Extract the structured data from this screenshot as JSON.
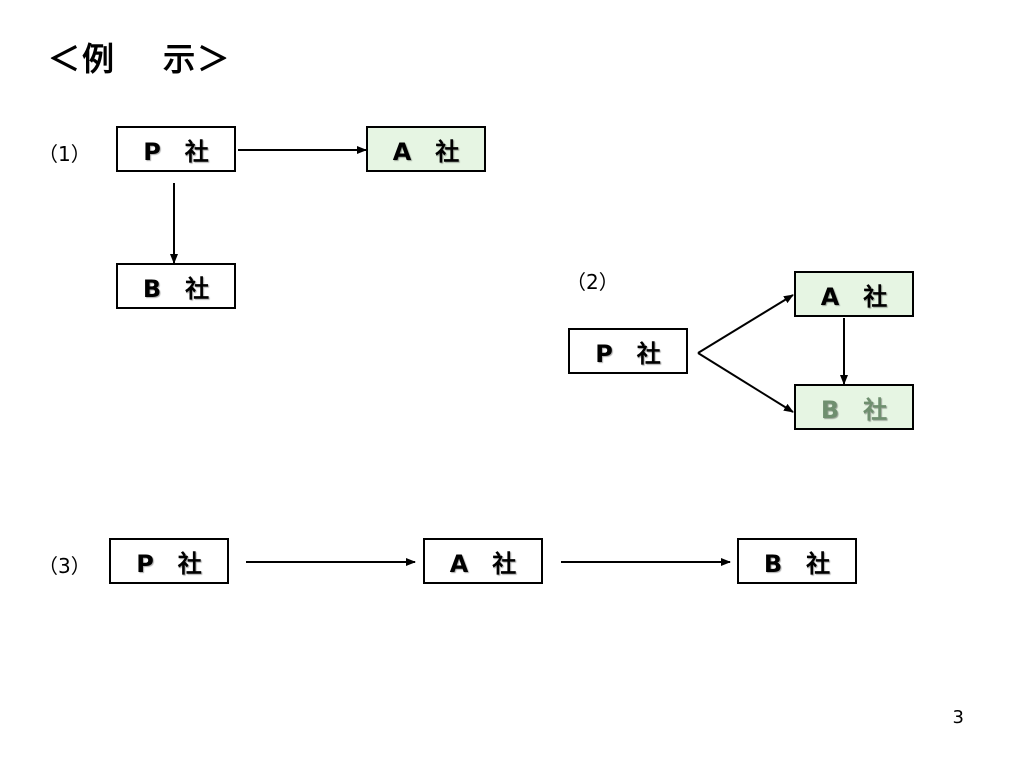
{
  "title": "＜例　 示＞",
  "page_number": "3",
  "colors": {
    "green_fill": "#e6f5e3",
    "muted_text": "#6f8f6f"
  },
  "example1": {
    "label": "（1）",
    "p": "P　社",
    "a": "A　社",
    "b": "B　社"
  },
  "example2": {
    "label": "（2）",
    "p": "P　社",
    "a": "A　社",
    "b": "B　社"
  },
  "example3": {
    "label": "（3）",
    "p": "P　社",
    "a": "A　社",
    "b": "B　社"
  }
}
